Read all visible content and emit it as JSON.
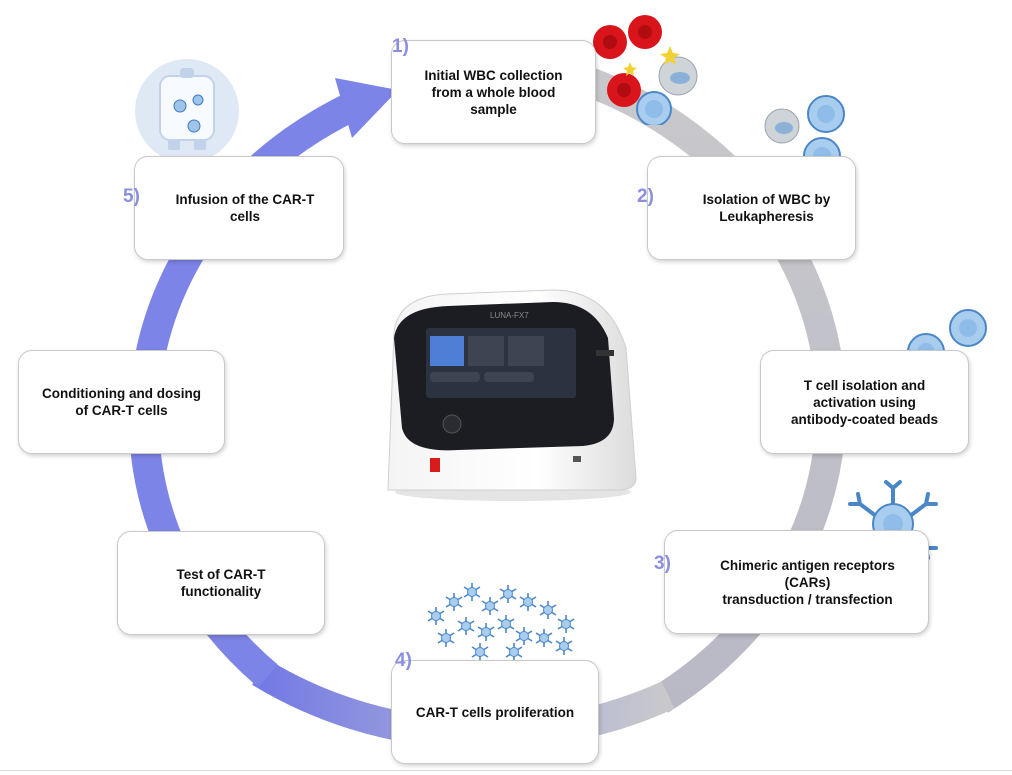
{
  "steps": [
    {
      "id": "1",
      "number": "1)",
      "text": "Initial  WBC collection\nfrom a whole blood\nsample"
    },
    {
      "id": "2",
      "number": "2)",
      "text": "Isolation of WBC by\nLeukapheresis"
    },
    {
      "id": "t",
      "number": "",
      "text": "T cell isolation and\nactivation using\nantibody-coated beads"
    },
    {
      "id": "3",
      "number": "3)",
      "text": "Chimeric antigen receptors\n(CARs)\ntransduction / transfection"
    },
    {
      "id": "4",
      "number": "4)",
      "text": "CAR-T cells proliferation"
    },
    {
      "id": "f",
      "number": "",
      "text": "Test of CAR-T\nfunctionality"
    },
    {
      "id": "c",
      "number": "",
      "text": "Conditioning and dosing\nof CAR-T cells"
    },
    {
      "id": "5",
      "number": "5)",
      "text": "Infusion of the CAR-T\ncells"
    }
  ],
  "device": {
    "brand": "LUNA-FX7"
  },
  "colors": {
    "arrow_blue": "#7f86e6",
    "arrow_grey": "#c4c4c8",
    "number": "#8a8fe0",
    "rbc": "#d9141a",
    "wbc": "#a9cdef"
  }
}
